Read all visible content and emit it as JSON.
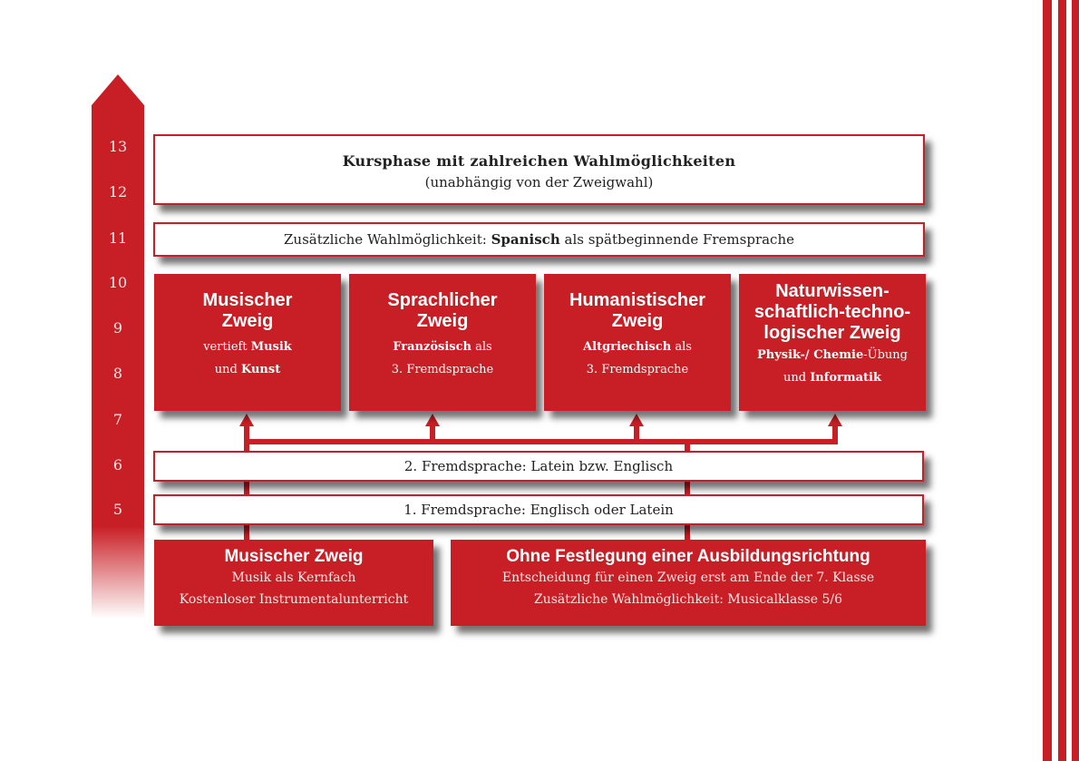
{
  "colors": {
    "accent": "#c81e25",
    "text": "#222222",
    "background": "#ffffff"
  },
  "grades": [
    "13",
    "12",
    "11",
    "10",
    "9",
    "8",
    "7",
    "6",
    "5"
  ],
  "kursphase": {
    "title": "Kursphase mit zahlreichen Wahlmöglichkeiten",
    "subtitle": "(unabhängig von der Zweigwahl)"
  },
  "spanisch": {
    "prefix": "Zusätzliche Wahlmöglichkeit: ",
    "bold": "Spanisch",
    "suffix": " als spätbeginnende Fremsprache"
  },
  "branches": [
    {
      "title": "Musischer Zweig",
      "line1_pre": "vertieft ",
      "line1_bold": "Musik",
      "line1_post": "",
      "line2_pre": "und ",
      "line2_bold": "Kunst",
      "line2_post": ""
    },
    {
      "title": "Sprachlicher Zweig",
      "line1_pre": "",
      "line1_bold": "Französisch",
      "line1_post": " als",
      "line2_pre": "3. Fremdsprache",
      "line2_bold": "",
      "line2_post": ""
    },
    {
      "title": "Humanistischer Zweig",
      "line1_pre": "",
      "line1_bold": "Altgriechisch",
      "line1_post": " als",
      "line2_pre": "3. Fremdsprache",
      "line2_bold": "",
      "line2_post": ""
    },
    {
      "title": "Naturwissen-schaftlich-techno-logischer Zweig",
      "line1_pre": "",
      "line1_bold": "Physik-/ Chemie",
      "line1_post": "-Übung",
      "line2_pre": "und ",
      "line2_bold": "Informatik",
      "line2_post": ""
    }
  ],
  "fremdsprache2": "2. Fremdsprache: Latein bzw. Englisch",
  "fremdsprache1": "1. Fremdsprache: Englisch oder Latein",
  "bottom_left": {
    "title": "Musischer Zweig",
    "line1": "Musik als Kernfach",
    "line2": "Kostenloser Instrumentalunterricht"
  },
  "bottom_right": {
    "title": "Ohne Festlegung einer Ausbildungsrichtung",
    "line1": "Entscheidung für einen Zweig erst am Ende der 7. Klasse",
    "line2": "Zusätzliche Wahlmöglichkeit: Musicalklasse 5/6"
  }
}
